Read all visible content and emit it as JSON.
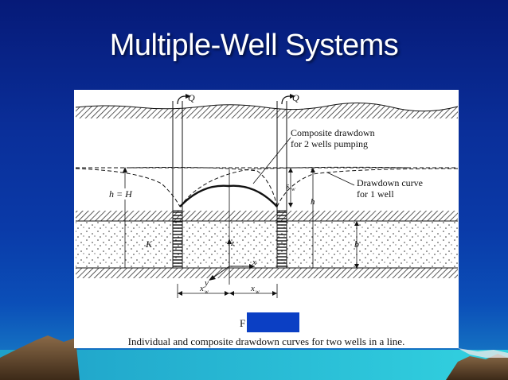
{
  "slide": {
    "title": "Multiple-Well Systems"
  },
  "figure": {
    "caption": "Individual and composite drawdown curves for two wells in a line.",
    "figure_label": "F",
    "labels": {
      "q_left": "Q",
      "q_right": "Q",
      "composite_line1": "Composite drawdown",
      "composite_line2": "for 2 wells pumping",
      "single_line1": "Drawdown curve",
      "single_line2": "for 1 well",
      "h_equals_H": "h = H",
      "s": "s",
      "s_w": "s",
      "s_w_sub": "w",
      "h": "h",
      "K": "K",
      "b": "b",
      "z": "z",
      "x": "x",
      "y": "y",
      "xw_left": "x",
      "xw_left_sub": "w",
      "xw_right": "x",
      "xw_right_sub": "w"
    }
  },
  "colors": {
    "background_top": "#061a78",
    "background_bottom": "#1a86c8",
    "cover_box": "#0b3fc4"
  }
}
